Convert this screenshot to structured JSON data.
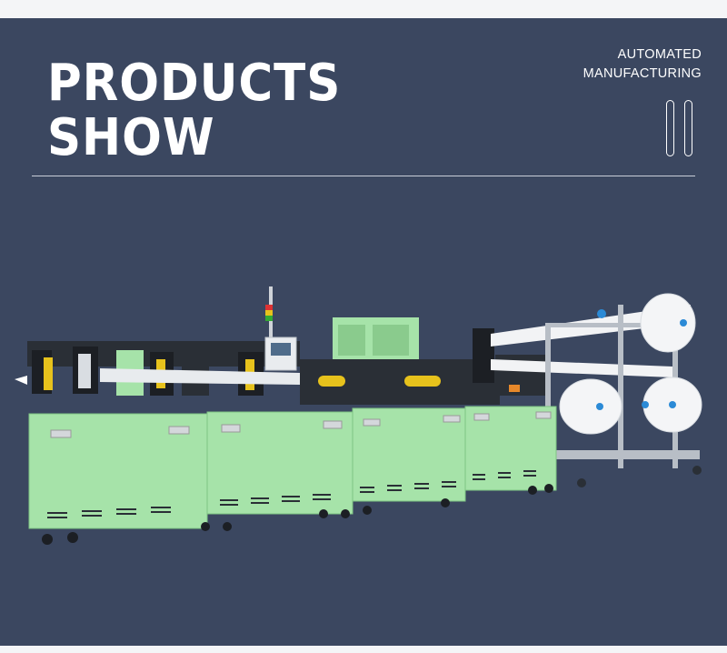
{
  "header": {
    "title_line1": "PRODUCTS",
    "title_line2": "SHOW",
    "tag_line1": "AUTOMATED",
    "tag_line2": "MANUFACTURING"
  },
  "colors": {
    "background": "#3b4760",
    "machine_body": "#a6e3a9",
    "text": "#ffffff"
  },
  "image": {
    "subject": "machine-photo"
  }
}
